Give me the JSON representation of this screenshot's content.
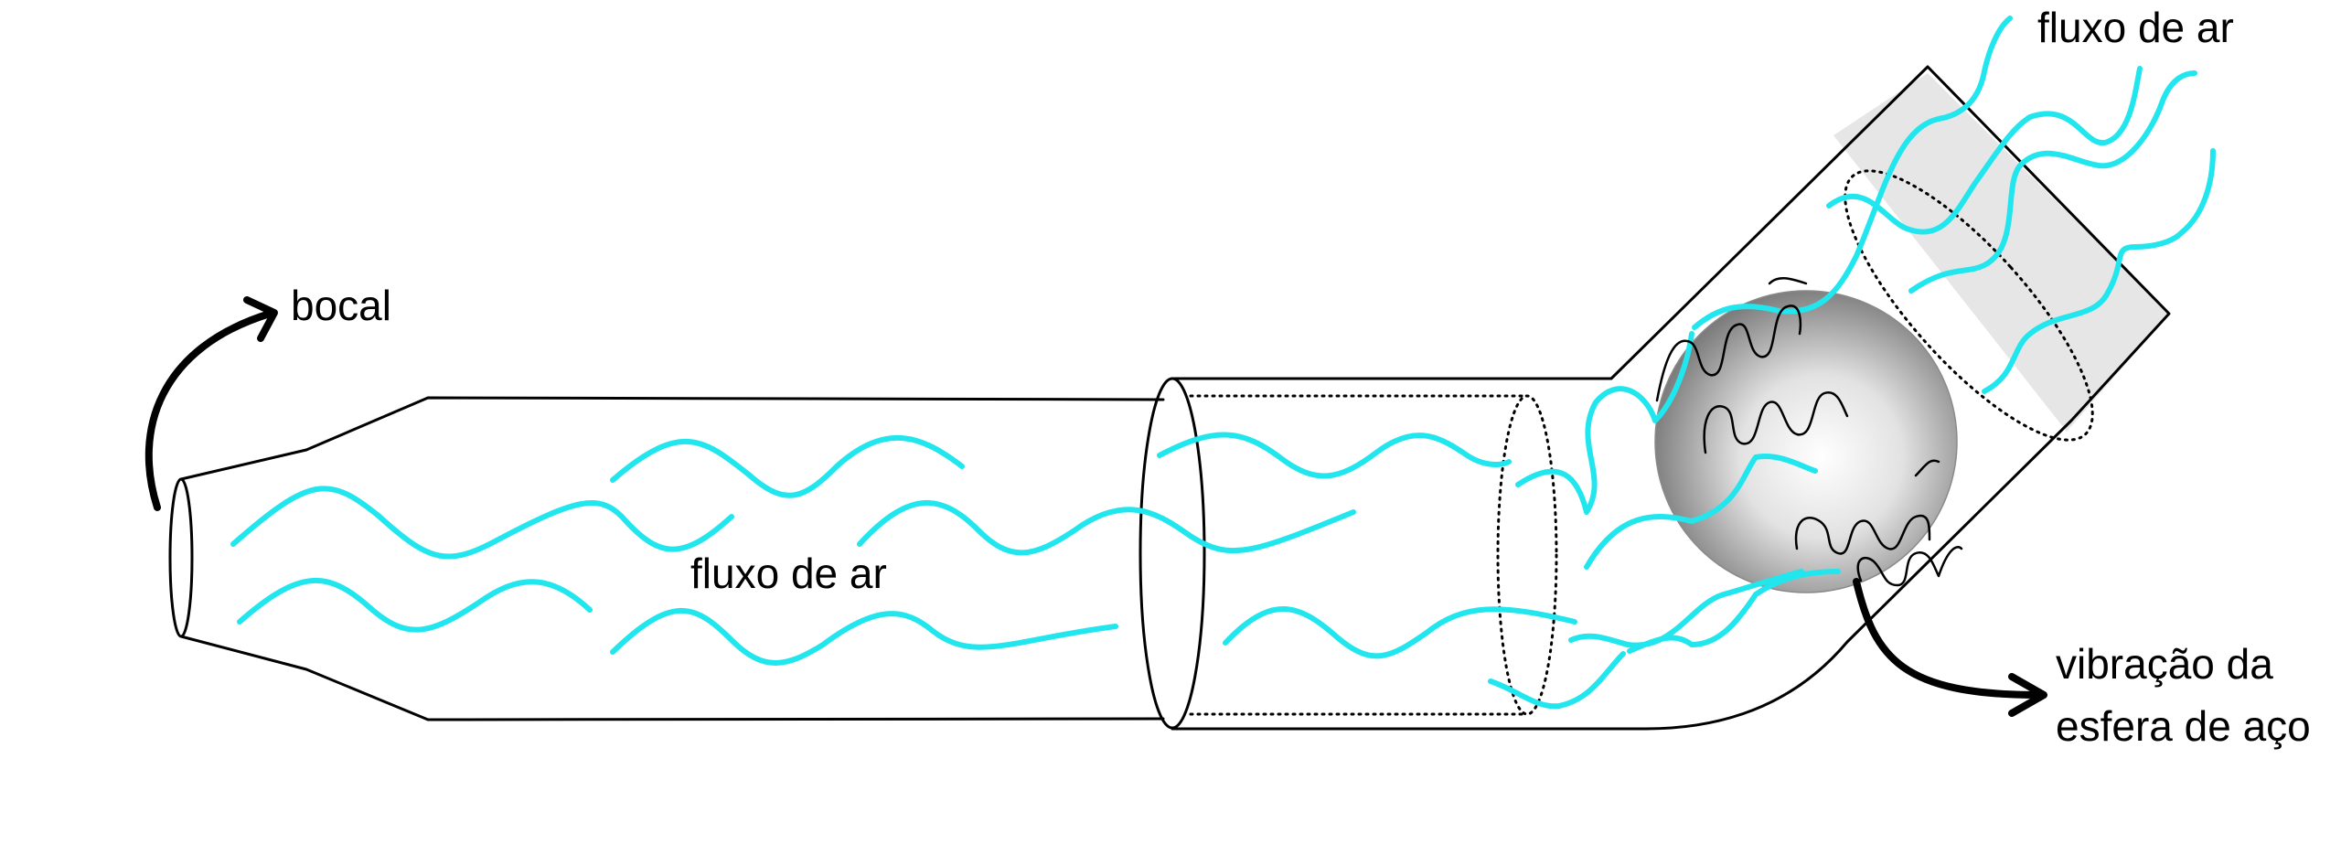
{
  "labels": {
    "mouthpiece": "bocal",
    "airflow_center": "fluxo de ar",
    "airflow_top": "fluxo de ar",
    "vibration_line1": "vibração da",
    "vibration_line2": "esfera de aço"
  },
  "colors": {
    "airflow": "#22e6ee",
    "outline": "#000000",
    "outlet_shading": "#e6e6e6",
    "ball_highlight": "#ffffff",
    "ball_shadow": "#6f6f6f"
  }
}
